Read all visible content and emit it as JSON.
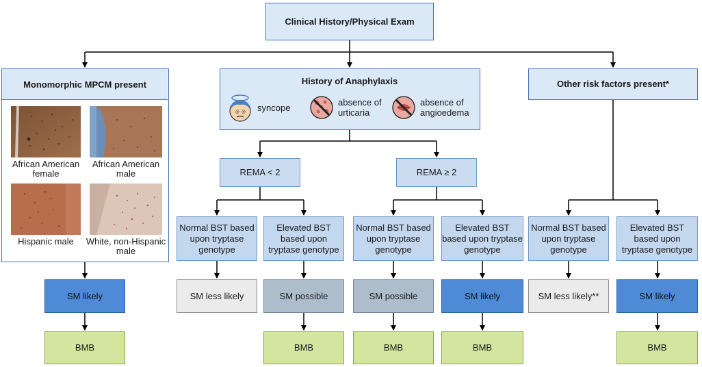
{
  "top": {
    "label": "Clinical History/Physical Exam"
  },
  "mpcm": {
    "title": "Monomorphic MPCM present",
    "photos": [
      {
        "caption": "African American female"
      },
      {
        "caption": "African American male"
      },
      {
        "caption": "Hispanic male"
      },
      {
        "caption": "White, non-Hispanic male"
      }
    ]
  },
  "anaphylaxis": {
    "title": "History of Anaphylaxis",
    "symptoms": [
      {
        "label": "syncope",
        "icon": "dizzy-face-icon"
      },
      {
        "label": "absence of urticaria",
        "icon": "no-urticaria-icon"
      },
      {
        "label": "absence of angioedema",
        "icon": "no-angioedema-icon"
      }
    ]
  },
  "other": {
    "title": "Other risk factors present*"
  },
  "rema": {
    "low": "REMA < 2",
    "high": "REMA ≥ 2"
  },
  "bst": {
    "normal": "Normal BST based upon tryptase genotype",
    "elevated": "Elevated BST based upon tryptase genotype"
  },
  "outcomes": {
    "sm_likely": "SM likely",
    "sm_less_likely": "SM less likely",
    "sm_possible": "SM possible",
    "sm_less_likely_star": "SM less likely**"
  },
  "bmb": "BMB",
  "colors": {
    "border_blue": "#3f74b5",
    "header_fill": "#dbe8f6",
    "bst_fill": "#c3d7ef",
    "sm_likely_fill": "#4e8ad6",
    "sm_less_likely_fill": "#ebebeb",
    "sm_possible_fill": "#aebdcb",
    "bmb_fill": "#d3e59e"
  }
}
